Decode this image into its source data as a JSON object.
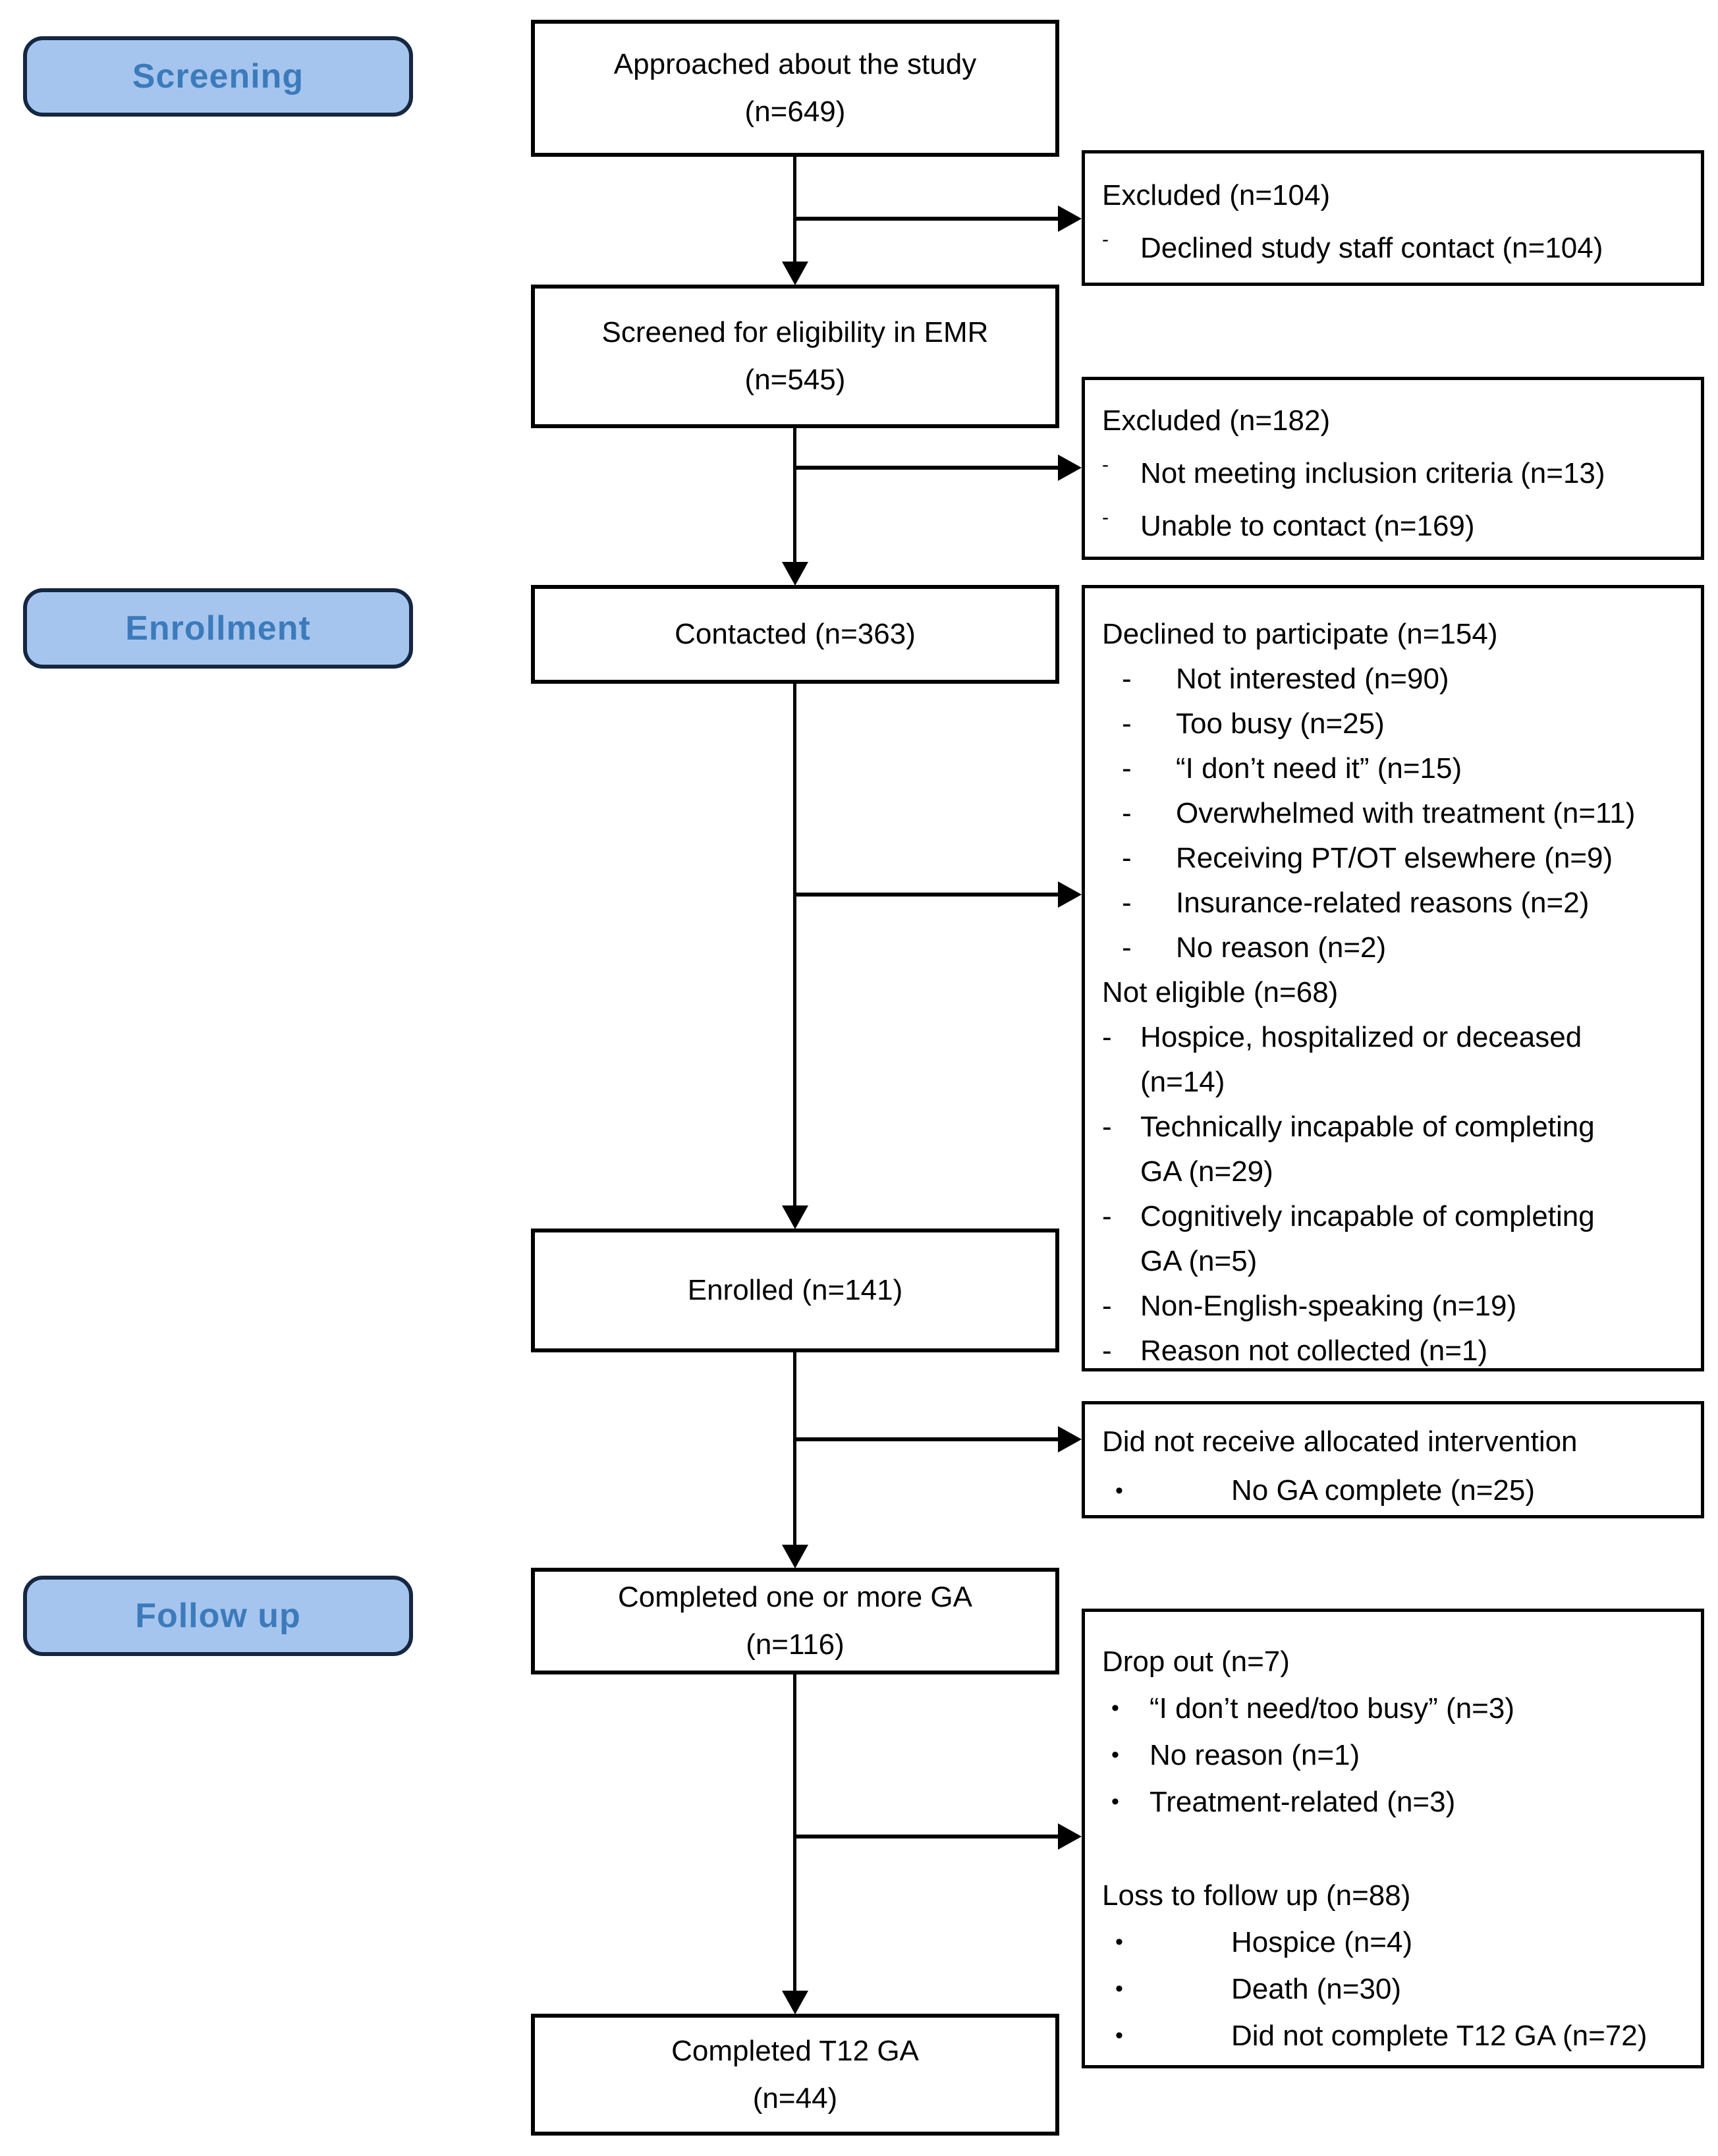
{
  "colors": {
    "pill_fill": "#a6c5ee",
    "pill_border": "#152741",
    "pill_text": "#3c7bbb",
    "box_border": "#000000",
    "background": "#ffffff"
  },
  "stage_labels": {
    "screening": "Screening",
    "enrollment": "Enrollment",
    "followup": "Follow up"
  },
  "flow_boxes": {
    "approached": {
      "lines": [
        "Approached about the study",
        "(n=649)"
      ]
    },
    "screened": {
      "lines": [
        "Screened for eligibility in EMR",
        "(n=545)"
      ]
    },
    "contacted": {
      "lines": [
        "Contacted (n=363)"
      ]
    },
    "enrolled": {
      "lines": [
        "Enrolled (n=141)"
      ]
    },
    "completed_ga": {
      "lines": [
        "Completed one or more GA",
        "(n=116)"
      ]
    },
    "completed_t12": {
      "lines": [
        "Completed T12 GA",
        "(n=44)"
      ]
    }
  },
  "side_boxes": {
    "excluded_approach": {
      "lines": [
        {
          "cls": "flush",
          "b": "",
          "t": "Excluded (n=104)"
        },
        {
          "cls": "dash-sm",
          "sup": true,
          "b": "-",
          "t": "Declined study staff contact (n=104)"
        }
      ]
    },
    "excluded_screening": {
      "lines": [
        {
          "cls": "flush",
          "b": "",
          "t": "Excluded (n=182)"
        },
        {
          "cls": "dash-sm",
          "sup": true,
          "b": "-",
          "t": "Not meeting inclusion criteria (n=13)"
        },
        {
          "cls": "dash-sm",
          "sup": true,
          "b": "-",
          "t": "Unable to contact (n=169)"
        }
      ]
    },
    "declined_not_eligible": {
      "lines": [
        {
          "cls": "flush",
          "b": "",
          "t": "Declined to participate (n=154)"
        },
        {
          "cls": "dash-lg",
          "b": "-",
          "t": "Not interested (n=90)"
        },
        {
          "cls": "dash-lg",
          "b": "-",
          "t": "Too busy (n=25)"
        },
        {
          "cls": "dash-lg",
          "b": "-",
          "t": "“I don’t need it” (n=15)"
        },
        {
          "cls": "dash-lg",
          "b": "-",
          "t": "Overwhelmed with treatment (n=11)"
        },
        {
          "cls": "dash-lg",
          "b": "-",
          "t": "Receiving PT/OT elsewhere (n=9)"
        },
        {
          "cls": "dash-lg",
          "b": "-",
          "t": "Insurance-related reasons (n=2)"
        },
        {
          "cls": "dash-lg",
          "b": "-",
          "t": "No reason (n=2)"
        },
        {
          "cls": "flush",
          "b": "",
          "t": "Not eligible (n=68)"
        },
        {
          "cls": "dash-sm",
          "b": "-",
          "t": "Hospice, hospitalized or deceased"
        },
        {
          "cls": "cont",
          "b": "",
          "t": "(n=14)"
        },
        {
          "cls": "dash-sm",
          "b": "-",
          "t": "Technically incapable of completing"
        },
        {
          "cls": "cont",
          "b": "",
          "t": "GA (n=29)"
        },
        {
          "cls": "dash-sm",
          "b": "-",
          "t": "Cognitively incapable of completing"
        },
        {
          "cls": "cont",
          "b": "",
          "t": "GA (n=5)"
        },
        {
          "cls": "dash-sm",
          "b": "-",
          "t": "Non-English-speaking (n=19)"
        },
        {
          "cls": "dash-sm",
          "b": "-",
          "t": "Reason not collected (n=1)"
        }
      ]
    },
    "no_intervention": {
      "lines": [
        {
          "cls": "flush",
          "b": "",
          "t": "Did not receive allocated intervention"
        },
        {
          "cls": "dot-lg",
          "b": "•",
          "t": "No GA complete (n=25)"
        }
      ]
    },
    "dropout_loss": {
      "lines": [
        {
          "cls": "flush",
          "b": "",
          "t": "Drop out (n=7)"
        },
        {
          "cls": "dot-sm",
          "b": "•",
          "t": "“I don’t need/too busy” (n=3)"
        },
        {
          "cls": "dot-sm",
          "b": "•",
          "t": "No reason (n=1)"
        },
        {
          "cls": "dot-sm",
          "b": "•",
          "t": "Treatment-related (n=3)"
        },
        {
          "cls": "blank",
          "b": "",
          "t": ""
        },
        {
          "cls": "flush",
          "b": "",
          "t": "Loss to follow up (n=88)"
        },
        {
          "cls": "dot-lg",
          "b": "•",
          "t": "Hospice (n=4)"
        },
        {
          "cls": "dot-lg",
          "b": "•",
          "t": "Death (n=30)"
        },
        {
          "cls": "dot-lg",
          "b": "•",
          "t": "Did not complete T12 GA (n=72)"
        }
      ]
    }
  }
}
